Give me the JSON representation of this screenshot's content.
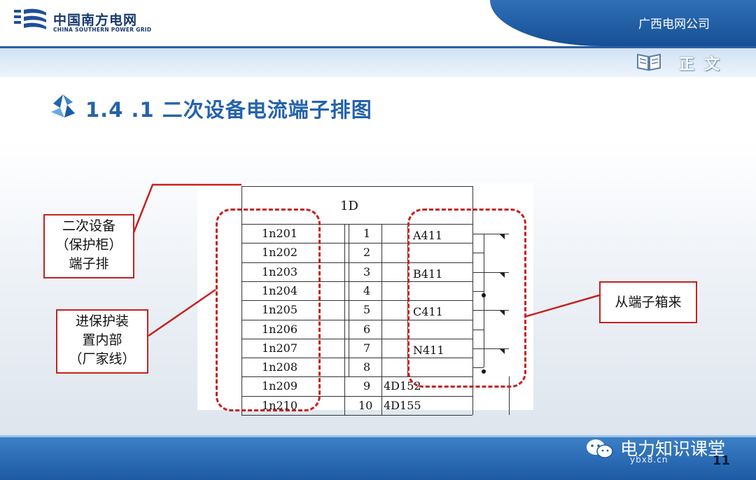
{
  "header": {
    "brand_cn": "中国南方电网",
    "brand_en": "CHINA SOUTHERN POWER GRID",
    "company": "广西电网公司",
    "section_label": "正文"
  },
  "title": "1.4 .1 二次设备电流端子排图",
  "diagram": {
    "header": "1D",
    "rows": [
      {
        "left": "1n201",
        "num": "1",
        "right": "A411"
      },
      {
        "left": "1n202",
        "num": "2",
        "right": ""
      },
      {
        "left": "1n203",
        "num": "3",
        "right": "B411"
      },
      {
        "left": "1n204",
        "num": "4",
        "right": ""
      },
      {
        "left": "1n205",
        "num": "5",
        "right": "C411"
      },
      {
        "left": "1n206",
        "num": "6",
        "right": ""
      },
      {
        "left": "1n207",
        "num": "7",
        "right": "N411"
      },
      {
        "left": "1n208",
        "num": "8",
        "right": ""
      },
      {
        "left": "1n209",
        "num": "9",
        "right": "4D152"
      },
      {
        "left": "1n210",
        "num": "10",
        "right": "4D155"
      }
    ]
  },
  "callouts": {
    "secondary": [
      "二次设备",
      "（保护柜）",
      "端子排"
    ],
    "internal": [
      "进保护装",
      "置内部",
      "（厂家线）"
    ],
    "from_box": [
      "从端子箱来"
    ]
  },
  "footer": {
    "account_name": "电力知识课堂",
    "watermark": "ybx8.cn",
    "page_number": "11"
  },
  "colors": {
    "brand_blue": "#16386f",
    "title_blue": "#2463ad",
    "callout_red": "#c5221f",
    "footer_blue": "#1d5aa3"
  },
  "icons": [
    "csg-logo-icon",
    "book-icon",
    "title-bullet-icon",
    "wechat-icon"
  ]
}
